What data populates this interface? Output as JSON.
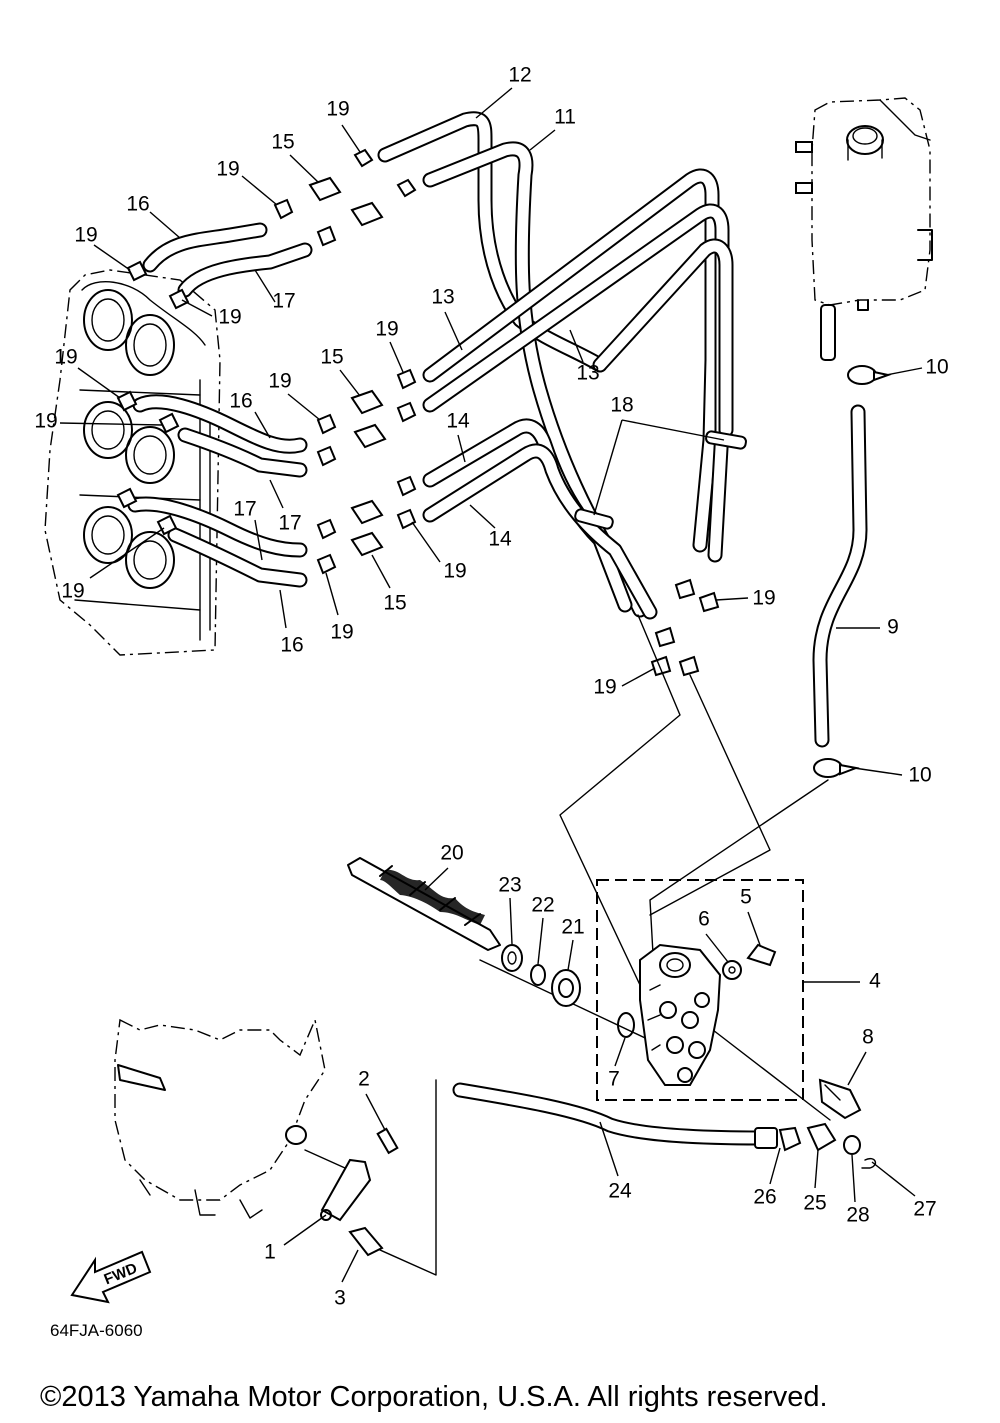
{
  "diagram_code": "64FJA-6060",
  "copyright": "©2013 Yamaha Motor Corporation, U.S.A. All rights reserved.",
  "fwd_label": "FWD",
  "callouts": [
    {
      "label": "12",
      "part": "hose"
    },
    {
      "label": "11",
      "part": "hose"
    },
    {
      "label": "19",
      "part": "clip"
    },
    {
      "label": "15",
      "part": "joint"
    },
    {
      "label": "19",
      "part": "clip"
    },
    {
      "label": "16",
      "part": "hose"
    },
    {
      "label": "19",
      "part": "clip"
    },
    {
      "label": "19",
      "part": "clip"
    },
    {
      "label": "17",
      "part": "hose"
    },
    {
      "label": "13",
      "part": "hose"
    },
    {
      "label": "13",
      "part": "hose"
    },
    {
      "label": "19",
      "part": "clip"
    },
    {
      "label": "15",
      "part": "joint"
    },
    {
      "label": "19",
      "part": "clip"
    },
    {
      "label": "16",
      "part": "hose"
    },
    {
      "label": "19",
      "part": "clip"
    },
    {
      "label": "19",
      "part": "clip"
    },
    {
      "label": "17",
      "part": "hose"
    },
    {
      "label": "14",
      "part": "hose"
    },
    {
      "label": "14",
      "part": "hose"
    },
    {
      "label": "18",
      "part": "holder"
    },
    {
      "label": "17",
      "part": "hose"
    },
    {
      "label": "19",
      "part": "clip"
    },
    {
      "label": "19",
      "part": "clip"
    },
    {
      "label": "15",
      "part": "joint"
    },
    {
      "label": "16",
      "part": "hose"
    },
    {
      "label": "19",
      "part": "clip"
    },
    {
      "label": "19",
      "part": "clip"
    },
    {
      "label": "19",
      "part": "clip"
    },
    {
      "label": "10",
      "part": "clip"
    },
    {
      "label": "9",
      "part": "hose"
    },
    {
      "label": "10",
      "part": "clip"
    },
    {
      "label": "20",
      "part": "pump shaft"
    },
    {
      "label": "23",
      "part": "bushing"
    },
    {
      "label": "22",
      "part": "o-ring"
    },
    {
      "label": "21",
      "part": "oil seal"
    },
    {
      "label": "6",
      "part": "washer"
    },
    {
      "label": "5",
      "part": "bolt"
    },
    {
      "label": "4",
      "part": "oil pump assy"
    },
    {
      "label": "7",
      "part": "o-ring"
    },
    {
      "label": "8",
      "part": "joint"
    },
    {
      "label": "2",
      "part": "pin"
    },
    {
      "label": "1",
      "part": "lever"
    },
    {
      "label": "3",
      "part": "joint"
    },
    {
      "label": "24",
      "part": "control rod"
    },
    {
      "label": "26",
      "part": "nut"
    },
    {
      "label": "25",
      "part": "joint"
    },
    {
      "label": "28",
      "part": "washer"
    },
    {
      "label": "27",
      "part": "clip"
    }
  ]
}
